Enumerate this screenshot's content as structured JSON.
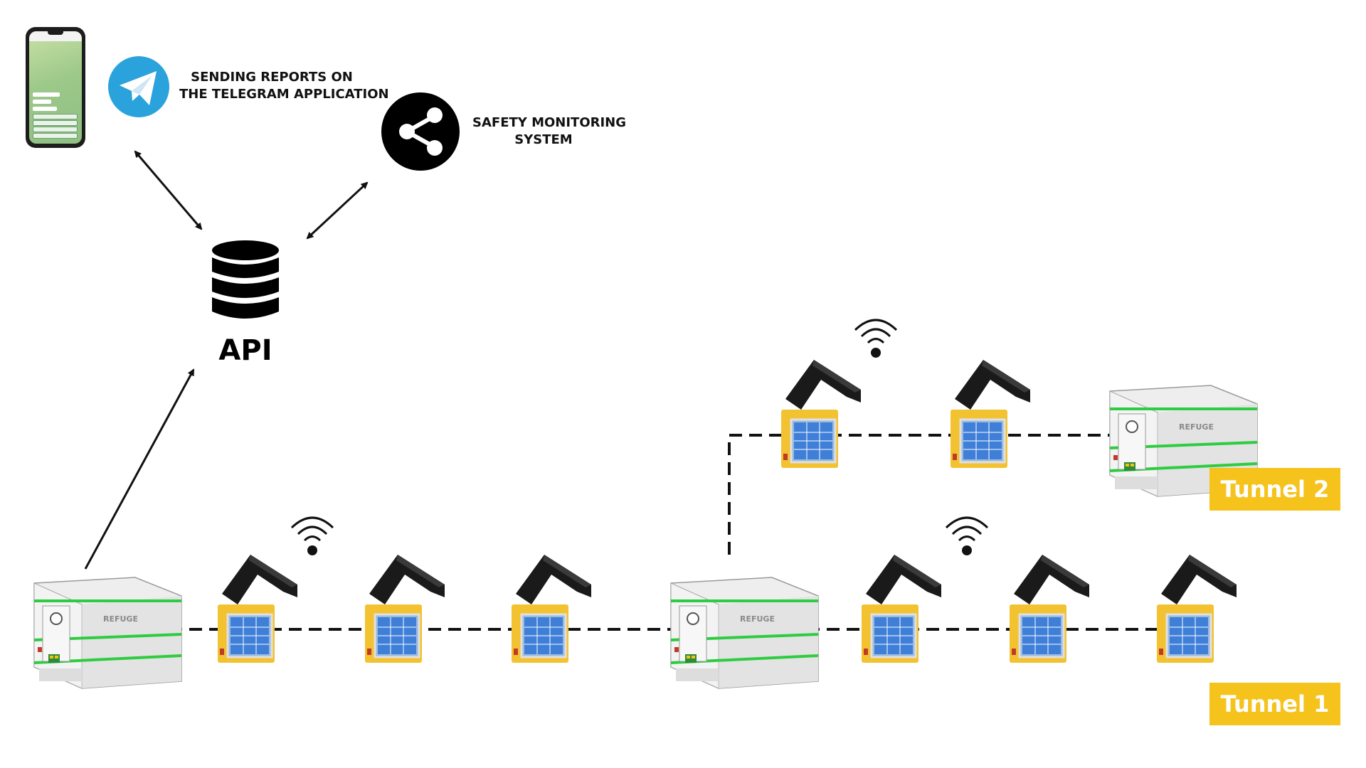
{
  "telegram": {
    "caption_line1": "SENDING REPORTS ON",
    "caption_line2": "THE TELEGRAM APPLICATION",
    "icon": "telegram-paper-plane-icon",
    "color": "#2aa3dc"
  },
  "safety": {
    "caption_line1": "SAFETY MONITORING",
    "caption_line2": "SYSTEM",
    "icon": "share-icon"
  },
  "api": {
    "label": "API",
    "icon": "database-icon"
  },
  "tunnels": [
    {
      "label": "Tunnel 2"
    },
    {
      "label": "Tunnel 1"
    }
  ],
  "colors": {
    "badge": "#f6c21c",
    "device_yellow": "#f2c230",
    "screen_blue": "#3f7fd8",
    "refuge_green": "#2ecc40",
    "line": "#111111"
  },
  "icons": [
    "smartphone-icon",
    "telegram-paper-plane-icon",
    "share-icon",
    "database-icon",
    "wifi-icon",
    "refuge-chamber-icon",
    "monitoring-device-icon"
  ]
}
